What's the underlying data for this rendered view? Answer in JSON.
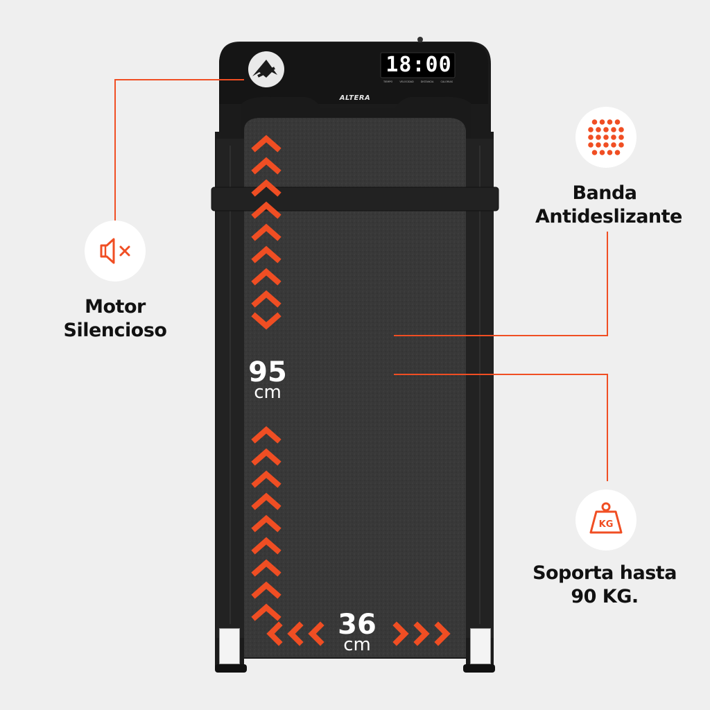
{
  "console": {
    "display_value": "18:00",
    "labels": [
      "TIEMPO",
      "VELOCIDAD",
      "DISTANCIA",
      "CALORIAS"
    ],
    "brand": "ALTERA"
  },
  "dimensions": {
    "length_value": "95",
    "length_unit": "cm",
    "width_value": "36",
    "width_unit": "cm"
  },
  "features": [
    {
      "icon": "muted-speaker-icon",
      "line1": "Motor",
      "line2": "Silencioso"
    },
    {
      "icon": "dot-grid-icon",
      "line1": "Banda",
      "line2": "Antideslizante"
    },
    {
      "icon": "kg-weight-icon",
      "line1": "Soporta hasta",
      "line2": "90 KG."
    }
  ],
  "weight_icon_text": "KG",
  "colors": {
    "accent": "#f04e23",
    "background": "#efefef",
    "frame": "#1b1b1b",
    "belt": "#333333"
  }
}
